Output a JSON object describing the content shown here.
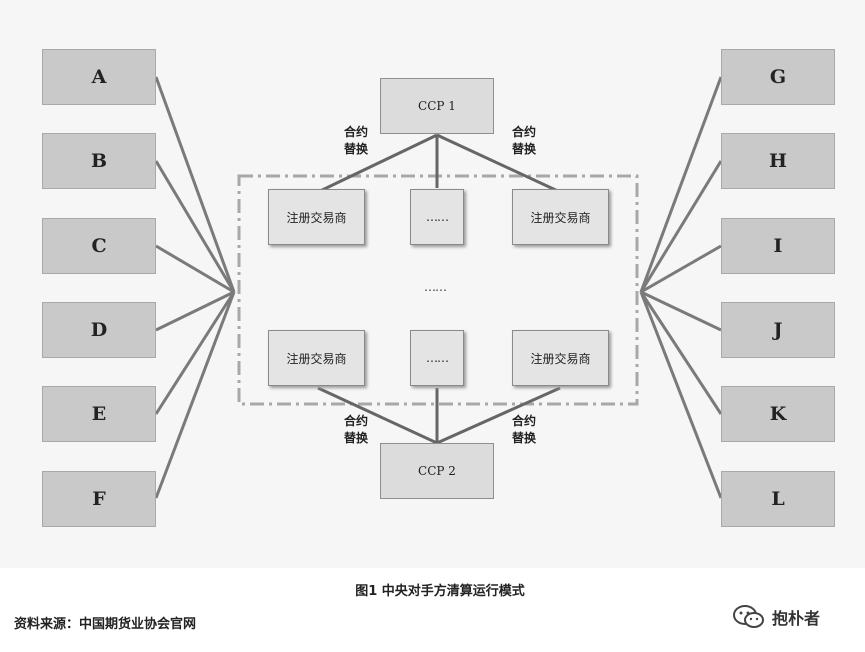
{
  "left_parties": [
    "A",
    "B",
    "C",
    "D",
    "E",
    "F"
  ],
  "right_parties": [
    "G",
    "H",
    "I",
    "J",
    "K",
    "L"
  ],
  "ccp_top": "CCP 1",
  "ccp_bottom": "CCP 2",
  "broker_label": "注册交易商",
  "dots_label": "……",
  "contract_replacement_label": "合约\n替换",
  "middle_dots": "……",
  "caption": "图1 中央对手方清算运行模式",
  "source": "资料来源：中国期货业协会官网",
  "watermark": "抱朴者",
  "colors": {
    "box": "#c9c9c9",
    "line": "#7a7a7a",
    "border_dash": "#a8a8a8",
    "panel": "#f6f6f6"
  }
}
